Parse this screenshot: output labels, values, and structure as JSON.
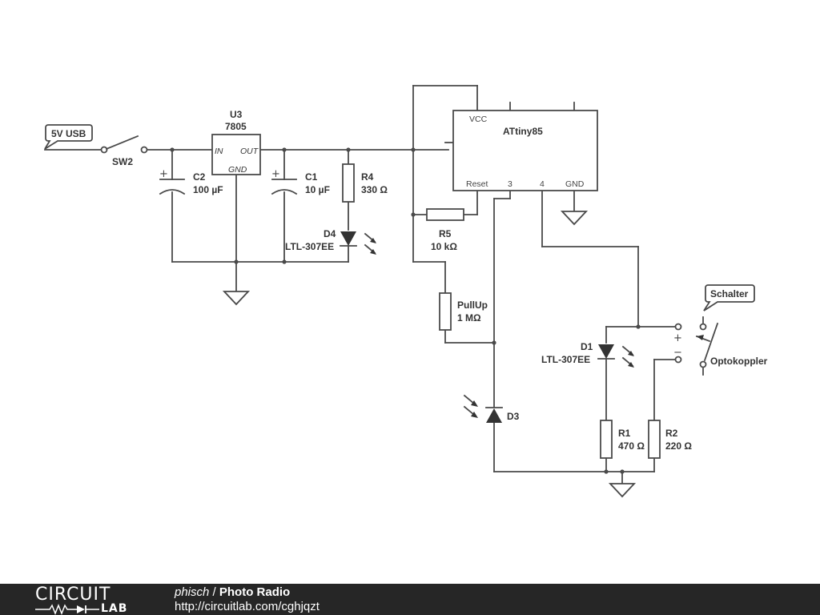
{
  "components": {
    "usb_tag": "5V USB",
    "sw2": "SW2",
    "u3": {
      "ref": "U3",
      "part": "7805",
      "pin_in": "IN",
      "pin_out": "OUT",
      "pin_gnd": "GND"
    },
    "c2": {
      "ref": "C2",
      "value": "100 µF"
    },
    "c1": {
      "ref": "C1",
      "value": "10 µF"
    },
    "r4": {
      "ref": "R4",
      "value": "330 Ω"
    },
    "d4": {
      "ref": "D4",
      "part": "LTL-307EE"
    },
    "mcu": {
      "name": "ATtiny85",
      "pin_vcc": "VCC",
      "pin_reset": "Reset",
      "pin_3": "3",
      "pin_4": "4",
      "pin_gnd": "GND"
    },
    "r5": {
      "ref": "R5",
      "value": "10 kΩ"
    },
    "pullup": {
      "ref": "PullUp",
      "value": "1 MΩ"
    },
    "d3": {
      "ref": "D3"
    },
    "d1": {
      "ref": "D1",
      "part": "LTL-307EE"
    },
    "r1": {
      "ref": "R1",
      "value": "470 Ω"
    },
    "r2": {
      "ref": "R2",
      "value": "220 Ω"
    },
    "schalter_tag": "Schalter",
    "opto": {
      "name": "Optokoppler",
      "plus": "+",
      "minus": "−"
    }
  },
  "footer": {
    "logo_top": "CIRCUIT",
    "logo_bottom": "LAB",
    "author": "phisch",
    "separator": "/",
    "title": "Photo Radio",
    "url": "http://circuitlab.com/cghjqzt"
  }
}
